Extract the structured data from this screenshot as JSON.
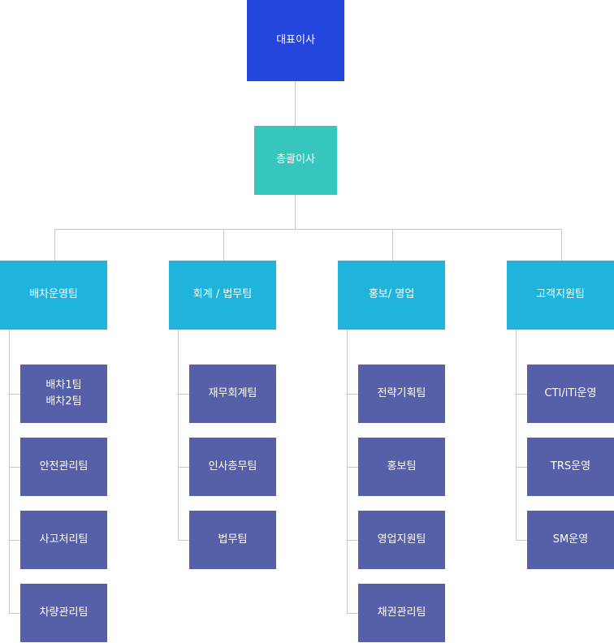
{
  "colors": {
    "ceo": "#2446dc",
    "director": "#36c6be",
    "division": "#1fb4dc",
    "team": "#5560a8",
    "line": "#c8c8c8"
  },
  "ceo": {
    "label": "대표이사"
  },
  "director": {
    "label": "총괄이사"
  },
  "divisions": [
    {
      "label": "배차운영팀",
      "teams": [
        [
          "배차1팀",
          "배차2팀"
        ],
        [
          "안전관리팀"
        ],
        [
          "사고처리팀"
        ],
        [
          "차량관리팀"
        ]
      ]
    },
    {
      "label": "회계 / 법무팀",
      "teams": [
        [
          "재무회계팀"
        ],
        [
          "인사총무팀"
        ],
        [
          "법무팀"
        ]
      ]
    },
    {
      "label": "홍보/ 영업",
      "teams": [
        [
          "전략기획팀"
        ],
        [
          "홍보팀"
        ],
        [
          "영업지원팀"
        ],
        [
          "채권관리팀"
        ]
      ]
    },
    {
      "label": "고객지원팀",
      "teams": [
        [
          "CTI/iTi운영"
        ],
        [
          "TRS운영"
        ],
        [
          "SM운영"
        ]
      ]
    }
  ]
}
